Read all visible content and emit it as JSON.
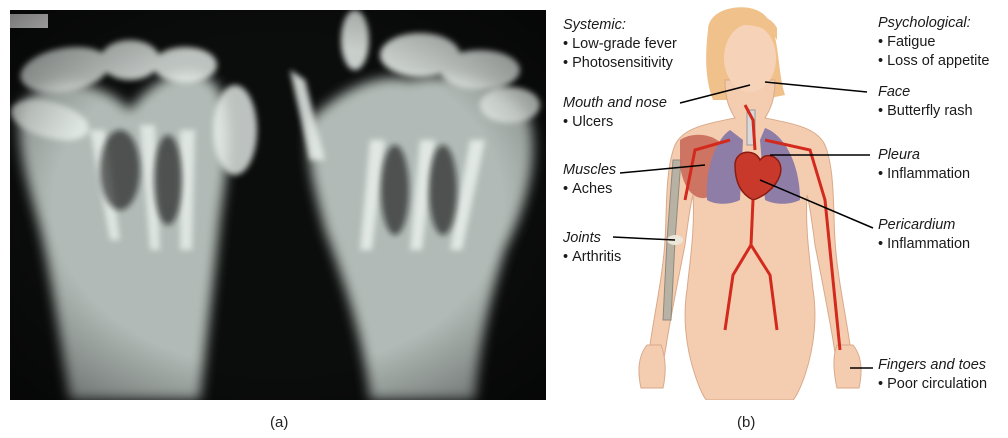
{
  "panel_a": {
    "caption": "(a)"
  },
  "panel_b": {
    "caption": "(b)",
    "labels": {
      "systemic": {
        "title": "Systemic:",
        "items": [
          "Low-grade fever",
          "Photosensitivity"
        ]
      },
      "mouth_nose": {
        "title": "Mouth and nose",
        "items": [
          "Ulcers"
        ]
      },
      "muscles": {
        "title": "Muscles",
        "items": [
          "Aches"
        ]
      },
      "joints": {
        "title": "Joints",
        "items": [
          "Arthritis"
        ]
      },
      "psychological": {
        "title": "Psychological:",
        "items": [
          "Fatigue",
          "Loss of appetite"
        ]
      },
      "face": {
        "title": "Face",
        "items": [
          "Butterfly rash"
        ]
      },
      "pleura": {
        "title": "Pleura",
        "items": [
          "Inflammation"
        ]
      },
      "pericardium": {
        "title": "Pericardium",
        "items": [
          "Inflammation"
        ]
      },
      "fingers_toes": {
        "title": "Fingers and toes",
        "items": [
          "Poor circulation"
        ]
      }
    }
  },
  "colors": {
    "xray_bg": "#0b0d0c",
    "bone": "#e8efeb",
    "skin": "#f4cdb0",
    "artery": "#d32a1e",
    "lung": "#8e7da6",
    "muscle": "#c96a5a"
  }
}
